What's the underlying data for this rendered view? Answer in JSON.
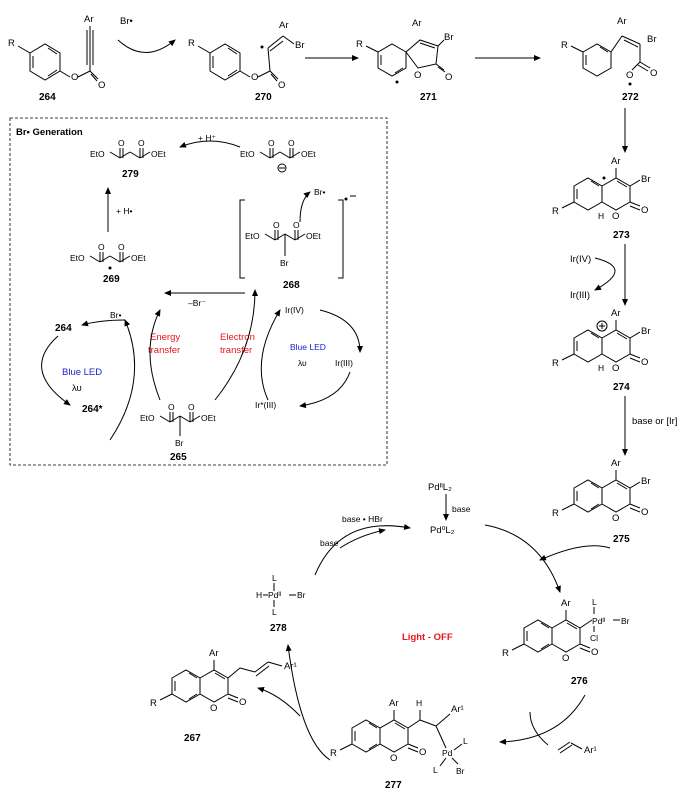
{
  "box_title": "Br• Generation",
  "compounds": {
    "c264": "264",
    "c270": "270",
    "c271": "271",
    "c272": "272",
    "c273": "273",
    "c274": "274",
    "c275": "275",
    "c276": "276",
    "c277": "277",
    "c267": "267",
    "c278": "278",
    "c279": "279",
    "c269": "269",
    "c268": "268",
    "c265": "265",
    "c264b": "264",
    "c264star": "264*"
  },
  "labels": {
    "ar": "Ar",
    "ar1": "Ar¹",
    "br": "Br",
    "r": "R",
    "o": "O",
    "h": "H",
    "l": "L",
    "cl": "Cl",
    "eto": "EtO",
    "oet": "OEt",
    "br_radical": "Br•",
    "plus_h_plus": "+ H⁺",
    "plus_h_rad": "+ H•",
    "minus_br": "–Br⁻",
    "ir_iv": "Ir(IV)",
    "ir_iii": "Ir(III)",
    "ir_star_iii": "Ir*(III)",
    "blue_led": "Blue LED",
    "hv": "λυ",
    "energy": "Energy",
    "transfer": "transfer",
    "electron": "Electron",
    "base": "base",
    "base_or_ir": "base or [Ir]",
    "base_hbr": "base • HBr",
    "pd2l2": "PdᴵᴵL₂",
    "pd0l2": "Pd⁰L₂",
    "pd_ii": "Pdᴵᴵ",
    "light_off": "Light - OFF"
  },
  "colors": {
    "red": "#e8161d",
    "blue": "#1c22cc",
    "black": "#000000"
  }
}
